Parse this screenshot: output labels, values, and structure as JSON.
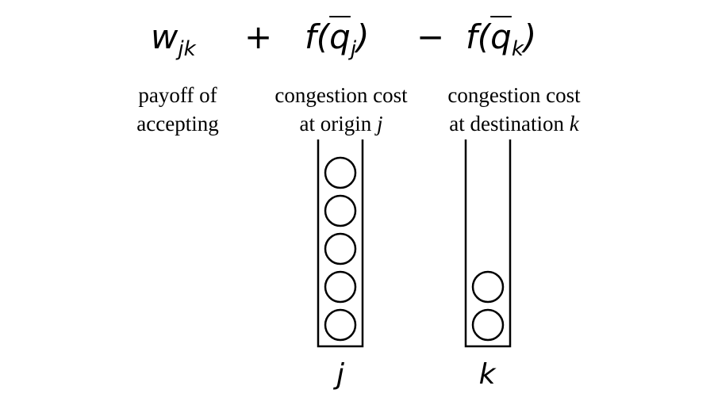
{
  "formula": {
    "term1": "w",
    "term1_sub": "jk",
    "op1": "+",
    "term2_fn": "f(",
    "term2_var": "q",
    "term2_sub": "j",
    "term2_close": ")",
    "op2": "−",
    "term3_fn": "f(",
    "term3_var": "q",
    "term3_sub": "k",
    "term3_close": ")"
  },
  "labels": {
    "payoff_line1": "payoff of",
    "payoff_line2": "accepting",
    "origin_line1": "congestion cost",
    "origin_line2_text": "at origin ",
    "origin_line2_var": "j",
    "dest_line1": "congestion cost",
    "dest_line2_text": "at destination ",
    "dest_line2_var": "k"
  },
  "queues": [
    {
      "name": "j",
      "count": 5
    },
    {
      "name": "k",
      "count": 2
    }
  ]
}
